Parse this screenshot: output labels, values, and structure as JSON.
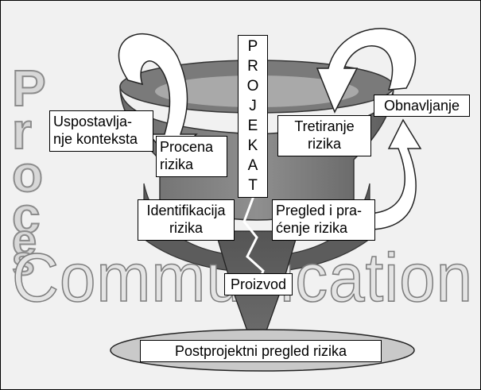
{
  "background_words": {
    "vertical": "Proces",
    "horizontal": "Communication"
  },
  "labels": {
    "uspostavljanje": [
      "Uspostavlja-",
      "nje konteksta"
    ],
    "procena": [
      "Procena",
      "rizika"
    ],
    "projekat": [
      "P",
      "R",
      "O",
      "J",
      "E",
      "K",
      "A",
      "T"
    ],
    "tretiranje": [
      "Tretiranje",
      "rizika"
    ],
    "obnavljanje": "Obnavljanje",
    "identifikacija": [
      "Identifikacija",
      "rizika"
    ],
    "pregled": [
      "Pregled i pra-",
      "ćenje rizika"
    ],
    "proizvod": "Proizvod",
    "postprojektni": "Postprojektni pregled rizika"
  },
  "colors": {
    "ring_dark": "#5a5a5a",
    "ring_mid": "#8a8a8a",
    "ellipse_fill": "#c9c9c9",
    "outline_text": "#8c8c8c"
  }
}
